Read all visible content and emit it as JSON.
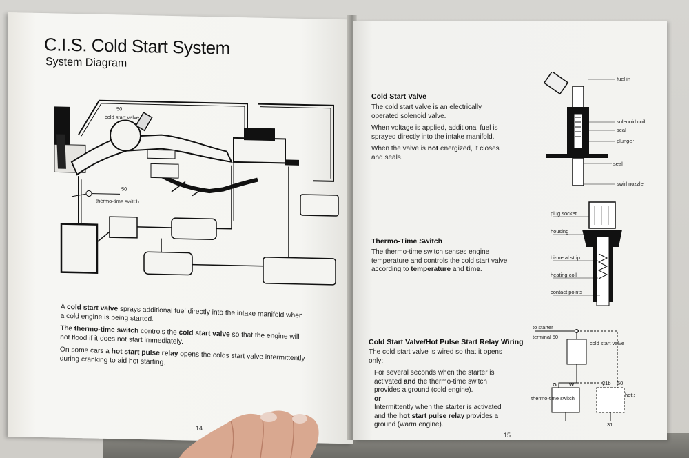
{
  "left_page": {
    "title": "C.I.S. Cold Start System",
    "subtitle": "System Diagram",
    "diagram_labels": {
      "label_50_top": "50",
      "cold_start_valve": "cold start valve",
      "label_50_mid": "50",
      "thermo_time_switch": "thermo-time switch"
    },
    "caption": {
      "p1_a": "A ",
      "p1_b": "cold start valve",
      "p1_c": " sprays additional fuel directly into the intake manifold when a cold engine is being started.",
      "p2_a": "The ",
      "p2_b": "thermo-time switch",
      "p2_c": " controls the ",
      "p2_d": "cold start valve",
      "p2_e": " so that the engine will not flood if it does not start immediately.",
      "p3_a": "On some cars a ",
      "p3_b": "hot start pulse relay",
      "p3_c": " opens the colds start valve intermittently during cranking to aid hot starting."
    },
    "page_number": "14"
  },
  "right_page": {
    "section1": {
      "heading": "Cold Start Valve",
      "p1": "The cold start valve is an electrically operated solenoid valve.",
      "p2": "When voltage is applied, additional fuel is sprayed directly into the intake manifold.",
      "p3_a": "When the valve is ",
      "p3_b": "not",
      "p3_c": " energized, it closes and seals.",
      "labels": {
        "fuel_in": "fuel in",
        "solenoid_coil": "solenoid coil",
        "seal_top": "seal",
        "plunger": "plunger",
        "seal_bottom": "seal",
        "swirl_nozzle": "swirl nozzle"
      }
    },
    "section2": {
      "heading": "Thermo-Time Switch",
      "p1_a": "The thermo-time switch senses engine temperature and controls the cold start valve according to ",
      "p1_b": "temperature",
      "p1_c": " and ",
      "p1_d": "time",
      "p1_e": ".",
      "labels": {
        "plug_socket": "plug socket",
        "housing": "housing",
        "bimetal_strip": "bi-metal strip",
        "heating_coil": "heating coil",
        "contact_points": "contact points"
      }
    },
    "section3": {
      "heading": "Cold Start Valve/Hot Pulse Start Relay Wiring",
      "intro": "The cold start valve is wired so that it opens only:",
      "item1_a": "For several seconds when the starter is activated ",
      "item1_b": "and",
      "item1_c": " the thermo-time switch provides a ground (cold engine).",
      "or": "or",
      "item2_a": "Intermittently when the starter is activated and the ",
      "item2_b": "hot start pulse relay",
      "item2_c": " provides a ground (warm engine).",
      "labels": {
        "to_starter": "to starter",
        "terminal_50": "terminal 50",
        "cold_start_valve": "cold start valve",
        "G": "G",
        "W": "W",
        "t31b": "31b",
        "t50": "50",
        "thermo_time_switch": "thermo-time switch",
        "hot_start_pulse_relay": "hot start pulse relay",
        "t31": "31"
      }
    },
    "page_number": "15"
  }
}
